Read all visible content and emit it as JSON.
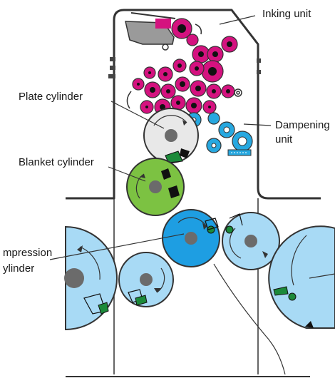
{
  "labels": {
    "inking_unit": "Inking unit",
    "plate_cylinder": "Plate cylinder",
    "dampening_unit_line1": "Dampening",
    "dampening_unit_line2": "unit",
    "blanket_cylinder": "Blanket cylinder",
    "impression_cylinder_line1": "mpression",
    "impression_cylinder_line2": "ylinder"
  },
  "colors": {
    "ink_roller": "#d4127f",
    "dampening_roller": "#27a8e0",
    "plate_cylinder": "#e8e8e8",
    "blanket_cylinder": "#7cc242",
    "impression_cylinder": "#1e9ee2",
    "transfer_cylinder": "#a8daf5",
    "hub": "#6b6b6b",
    "gripper": "#1c8a3a",
    "frame": "#333333"
  }
}
